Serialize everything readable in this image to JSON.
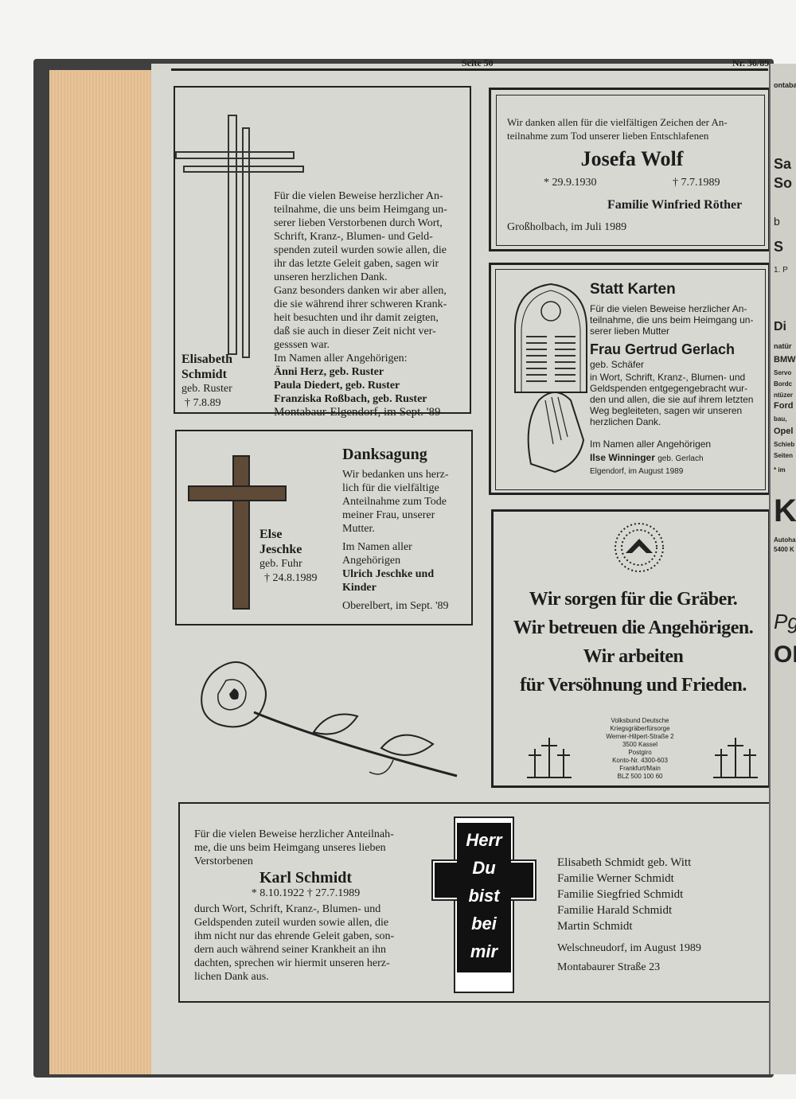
{
  "header": {
    "page_label": "Seite 50",
    "issue_label": "Nr. 36/89"
  },
  "ad_schmidt_elisabeth": {
    "name_line1": "Elisabeth",
    "name_line2": "Schmidt",
    "birth_name": "geb. Ruster",
    "death_date": "† 7.8.89",
    "text_lines": [
      "Für die vielen Beweise herzlicher An-",
      "teilnahme, die uns beim Heimgang un-",
      "serer lieben Verstorbenen durch Wort,",
      "Schrift, Kranz-, Blumen- und Geld-",
      "spenden zuteil wurden sowie allen, die",
      "ihr das letzte Geleit gaben, sagen wir",
      "unseren herzlichen Dank.",
      "Ganz besonders danken wir aber allen,",
      "die sie während ihrer schweren Krank-",
      "heit besuchten und ihr damit zeigten,",
      "daß sie auch in dieser Zeit nicht ver-",
      "gesssen war.",
      "Im Namen aller Angehörigen:"
    ],
    "signers": [
      "Änni Herz, geb. Ruster",
      "Paula Diedert, geb. Ruster",
      "Franziska Roßbach, geb. Ruster"
    ],
    "place_date": "Montabaur-Elgendorf, im Sept. '89"
  },
  "ad_wolf": {
    "intro_line1": "Wir danken allen für die vielfältigen Zeichen der An-",
    "intro_line2": "teilnahme zum Tod unserer lieben Entschlafenen",
    "name": "Josefa Wolf",
    "born": "* 29.9.1930",
    "died": "† 7.7.1989",
    "family": "Familie Winfried Röther",
    "place_date": "Großholbach, im Juli 1989"
  },
  "ad_gerlach": {
    "heading": "Statt Karten",
    "intro_lines": [
      "Für die vielen Beweise herzlicher An-",
      "teilnahme, die uns beim Heimgang un-",
      "serer lieben Mutter"
    ],
    "name": "Frau Gertrud Gerlach",
    "birth_name": "geb. Schäfer",
    "body_lines": [
      "in Wort, Schrift, Kranz-, Blumen- und",
      "Geldspenden entgegengebracht wur-",
      "den und allen, die sie auf ihrem letzten",
      "Weg begleiteten, sagen wir unseren",
      "herzlichen Dank."
    ],
    "on_behalf": "Im Namen aller Angehörigen",
    "signer": "Ilse Winninger",
    "signer_birth": "geb. Gerlach",
    "place_date": "Elgendorf, im August 1989"
  },
  "ad_jeschke": {
    "heading": "Danksagung",
    "name_line1": "Else",
    "name_line2": "Jeschke",
    "birth_name": "geb. Fuhr",
    "death_date": "† 24.8.1989",
    "text_lines": [
      "Wir bedanken uns herz-",
      "lich für die vielfältige",
      "Anteilnahme zum Tode",
      "meiner Frau, unserer",
      "Mutter."
    ],
    "on_behalf_lines": [
      "Im Namen aller",
      "Angehörigen"
    ],
    "signer_lines": [
      "Ulrich Jeschke und",
      "Kinder"
    ],
    "place_date": "Oberelbert, im Sept. '89"
  },
  "ad_volksbund": {
    "slogan_lines": [
      "Wir sorgen für die Gräber.",
      "Wir betreuen die Angehörigen.",
      "Wir arbeiten",
      "für Versöhnung und Frieden."
    ],
    "address_lines": [
      "Volksbund Deutsche",
      "Kriegsgräberfürsorge",
      "Werner-Hilpert-Straße 2",
      "3500 Kassel",
      "Postgiro",
      "Konto-Nr. 4300-603",
      "Frankfurt/Main",
      "BLZ 500 100 60"
    ]
  },
  "ad_karl_schmidt": {
    "intro_lines": [
      "Für die vielen Beweise herzlicher Anteilnah-",
      "me, die uns beim Heimgang unseres lieben",
      "Verstorbenen"
    ],
    "name": "Karl Schmidt",
    "dates": "* 8.10.1922  † 27.7.1989",
    "body_lines": [
      "durch Wort, Schrift, Kranz-, Blumen- und",
      "Geldspenden zuteil wurden sowie allen, die",
      "ihm nicht nur das ehrende Geleit gaben, son-",
      "dern auch während seiner Krankheit an ihn",
      "dachten, sprechen wir hiermit unseren herz-",
      "lichen Dank aus."
    ],
    "cross_words": [
      "Herr",
      "Du",
      "bist",
      "bei",
      "mir"
    ],
    "family_lines": [
      "Elisabeth Schmidt geb. Witt",
      "Familie Werner Schmidt",
      "Familie Siegfried Schmidt",
      "Familie Harald Schmidt",
      "Martin Schmidt"
    ],
    "place_date": "Welschneudorf, im August 1989",
    "street": "Montabaurer Straße 23"
  },
  "adjacent_page": {
    "fragments": [
      "ontaba",
      "Sa",
      "So",
      "b",
      "S",
      "1. P",
      "Di",
      "natür",
      "BMW",
      "Servo",
      "Bordc",
      "ntüzer",
      "Ford",
      "bau, ",
      "Opel",
      "Schieb",
      "Seiten",
      "* im",
      "K",
      "Autoha",
      "5400 K",
      "Pg",
      "OI"
    ]
  }
}
